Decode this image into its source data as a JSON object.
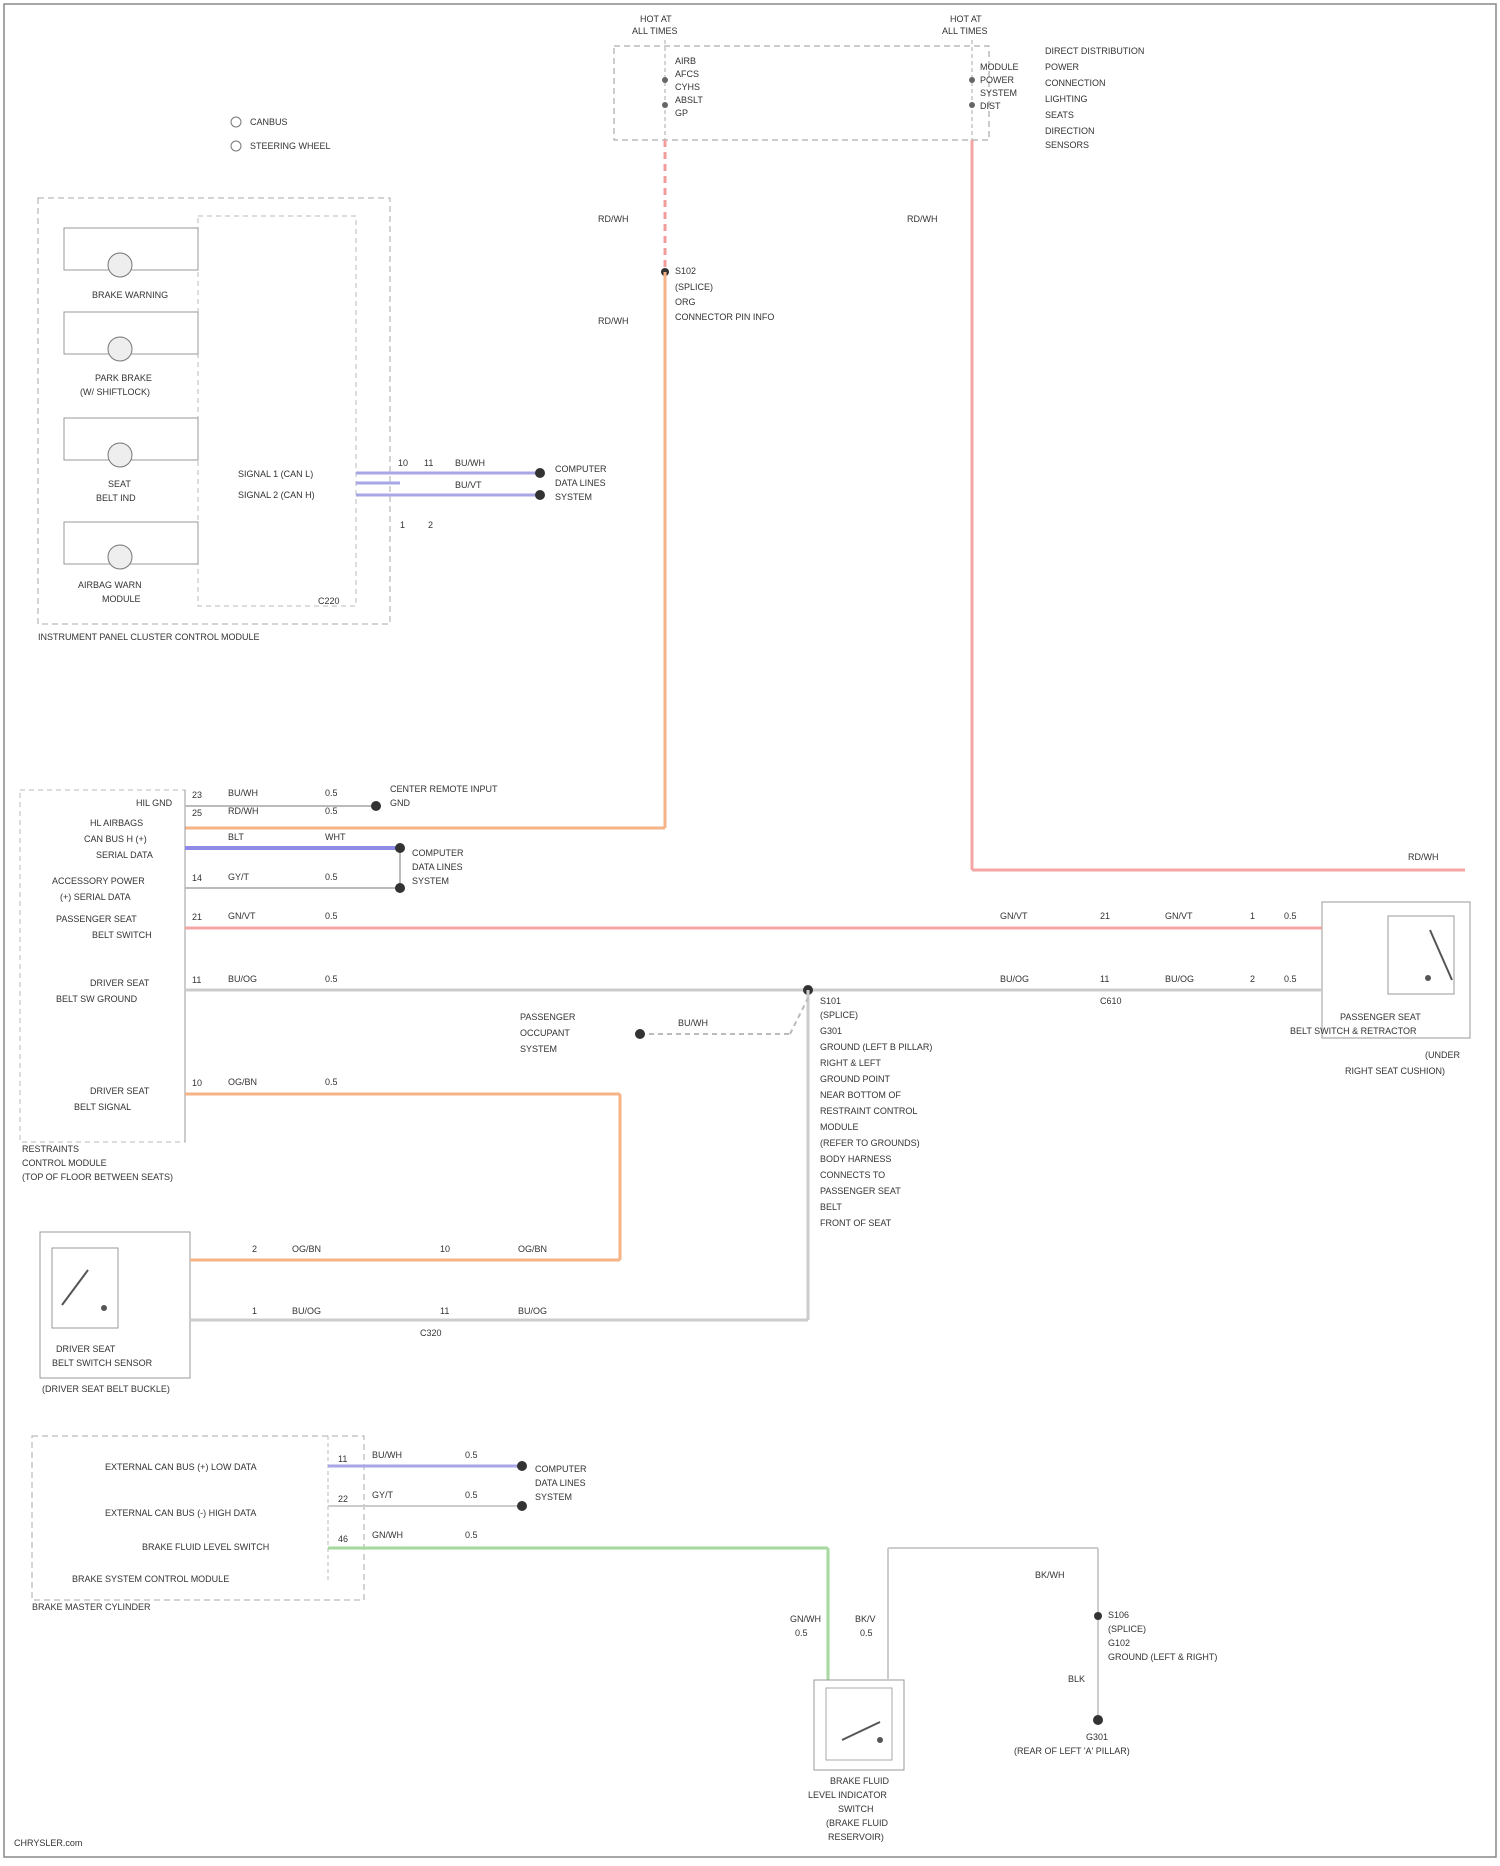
{
  "diagram": {
    "top_labels": {
      "left_fuse": {
        "name": "HOT AT",
        "sub": "ALL TIMES"
      },
      "right_fuse": {
        "name": "HOT AT",
        "sub": "ALL TIMES"
      },
      "left_fuse_desc": [
        "AIRB",
        "AFCS",
        "CYHS",
        "ABSLT",
        "GP"
      ],
      "right_fuse_desc": [
        "MODULE",
        "POWER",
        "SYSTEM",
        "DIST"
      ],
      "right_desc_lines": [
        "DIRECT DISTRIBUTION",
        "POWER",
        "CONNECTION",
        "LIGHTING",
        "SEATS",
        "DIRECTION",
        "SENSORS"
      ]
    },
    "legend": [
      "CANBUS",
      "STEERING WHEEL"
    ],
    "cluster_lamps": [
      {
        "label": "BRAKE WARNING",
        "sub": ""
      },
      {
        "label": "PARK BRAKE",
        "sub": "(W/ SHIFTLOCK)"
      },
      {
        "label": "SEAT",
        "sub": "BELT IND"
      },
      {
        "label": "AIRBAG WARN",
        "sub": "MODULE"
      }
    ],
    "cluster_signals": [
      "SIGNAL 1 (CAN L)",
      "SIGNAL 2 (CAN H)"
    ],
    "cluster_box_title": "INSTRUMENT PANEL CLUSTER CONTROL MODULE",
    "cluster_box_connector": "C220",
    "cluster_wires": [
      "BU/WH",
      "BU/VT"
    ],
    "cluster_pins": [
      "10",
      "11",
      "1",
      "2"
    ],
    "cluster_can_target": [
      "COMPUTER",
      "DATA LINES",
      "SYSTEM"
    ],
    "fuse_wire_labels": [
      "RD/WH",
      "RD/WH",
      "RD/WH"
    ],
    "mid_splice": [
      "S102",
      "(SPLICE)",
      "ORG",
      "CONNECTOR PIN INFO"
    ],
    "rcm_pins": [
      {
        "label": "HIL GND",
        "num": "23",
        "wire": "BU/WH",
        "gauge": "0.5"
      },
      {
        "label": "HL AIRBAGS",
        "num": "25",
        "wire": "RD/WH",
        "gauge": "0.5"
      },
      {
        "label": "CAN BUS H (+)",
        "num": "",
        "wire": "BLT",
        "gauge": "WHT"
      },
      {
        "label": "SERIAL DATA",
        "num": "",
        "wire": "",
        "gauge": ""
      },
      {
        "label": "ACCESSORY POWER",
        "num": "14",
        "wire": "GY/T",
        "gauge": "0.5"
      },
      {
        "label": "(+) SERIAL DATA",
        "num": "",
        "wire": "",
        "gauge": ""
      },
      {
        "label": "PASSENGER SEAT",
        "num": "21",
        "wire": "GN/VT",
        "gauge": "0.5"
      },
      {
        "label": "BELT SWITCH",
        "num": "",
        "wire": "",
        "gauge": ""
      },
      {
        "label": "DRIVER SEAT",
        "num": "11",
        "wire": "BU/OG",
        "gauge": "0.5"
      },
      {
        "label": "BELT SW GROUND",
        "num": "",
        "wire": "",
        "gauge": ""
      },
      {
        "label": "DRIVER SEAT",
        "num": "10",
        "wire": "OG/BN",
        "gauge": "0.5"
      },
      {
        "label": "BELT SIGNAL",
        "num": "",
        "wire": "",
        "gauge": ""
      }
    ],
    "rcm_top_target": [
      "CENTER REMOTE INPUT",
      "GND"
    ],
    "rcm_can_target": [
      "COMPUTER",
      "DATA LINES",
      "SYSTEM"
    ],
    "rcm_box_title": [
      "RESTRAINTS",
      "CONTROL MODULE",
      "(TOP OF FLOOR BETWEEN SEATS)"
    ],
    "right_wire_label": "RD/WH",
    "passenger_switch": {
      "wires": [
        "GN/VT",
        "GN/VT",
        "BU/OG",
        "BU/OG"
      ],
      "pins": [
        "21",
        "1",
        "11",
        "2"
      ],
      "gauges": [
        "0.5",
        "0.5"
      ],
      "title": [
        "PASSENGER SEAT",
        "BELT SWITCH & RETRACTOR"
      ],
      "sub": [
        "(UNDER",
        "RIGHT SEAT CUSHION)"
      ],
      "conn": "C610"
    },
    "ground_splice_label": [
      "S101",
      "(SPLICE)",
      "G301",
      "GROUND (LEFT B PILLAR)",
      "RIGHT & LEFT",
      "GROUND POINT",
      "NEAR BOTTOM OF",
      "RESTRAINT CONTROL",
      "MODULE",
      "(REFER TO GROUNDS)",
      "BODY HARNESS",
      "CONNECTS TO",
      "PASSENGER SEAT",
      "BELT",
      "FRONT OF SEAT"
    ],
    "passenger_occ": [
      "PASSENGER",
      "OCCUPANT",
      "SYSTEM"
    ],
    "occ_wire": "BU/WH",
    "driver_switch": {
      "wires": [
        "OG/BN",
        "OG/BN",
        "BU/OG",
        "BU/OG"
      ],
      "pins": [
        "10",
        "2",
        "11",
        "1"
      ],
      "title": [
        "DRIVER SEAT",
        "BELT SWITCH SENSOR"
      ],
      "sub": [
        "(DRIVER SEAT BELT BUCKLE)"
      ],
      "conn": "C320"
    },
    "brake_module": {
      "rows": [
        {
          "label": "EXTERNAL CAN BUS (+) LOW DATA",
          "num": "11",
          "wire": "BU/WH",
          "gauge": "0.5"
        },
        {
          "label": "EXTERNAL CAN BUS (-) HIGH DATA",
          "num": "22",
          "wire": "GY/T",
          "gauge": "0.5"
        },
        {
          "label": "BRAKE FLUID LEVEL SWITCH",
          "num": "46",
          "wire": "GN/WH",
          "gauge": "0.5"
        }
      ],
      "title": "BRAKE SYSTEM CONTROL MODULE",
      "sub": "BRAKE MASTER CYLINDER",
      "can_target": [
        "COMPUTER",
        "DATA LINES",
        "SYSTEM"
      ]
    },
    "fluid_switch": {
      "left_wire": [
        "GN/WH",
        "0.5"
      ],
      "right_wire": [
        "BK/V",
        "0.5"
      ],
      "title": [
        "BRAKE FLUID",
        "LEVEL INDICATOR",
        "SWITCH",
        "(BRAKE FLUID",
        "RESERVOIR)"
      ]
    },
    "ground_block": {
      "wire": "BK/WH",
      "splice": [
        "S106",
        "(SPLICE)",
        "G102",
        "GROUND (LEFT & RIGHT)",
        "BLK"
      ],
      "label": [
        "G301",
        "(REAR OF LEFT 'A' PILLAR)"
      ]
    },
    "watermark": "CHRYSLER.com"
  }
}
